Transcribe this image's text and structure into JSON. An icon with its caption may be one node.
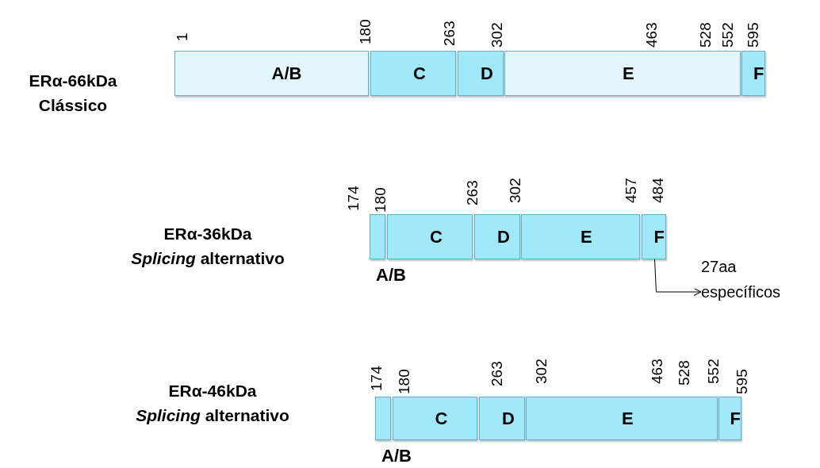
{
  "diagram": {
    "nodes": [
      {
        "text": [
          "A/B"
        ]
      },
      {
        "text": [
          "C"
        ]
      },
      {
        "text": [
          "D"
        ]
      },
      {
        "text": [
          "E"
        ]
      },
      {
        "text": [
          "F"
        ]
      },
      {
        "text": [
          "A/B"
        ]
      },
      {
        "text": [
          "C"
        ]
      },
      {
        "text": [
          "D"
        ]
      },
      {
        "text": [
          "E"
        ]
      },
      {
        "text": [
          "F"
        ]
      },
      {
        "text": [
          "27aa específicos"
        ]
      },
      {
        "text": [
          "A/B"
        ]
      },
      {
        "text": [
          "C"
        ]
      },
      {
        "text": [
          "D"
        ]
      },
      {
        "text": [
          "E"
        ]
      },
      {
        "text": [
          "F"
        ]
      }
    ],
    "edges": [
      {
        "from": 9,
        "to": 10,
        "arrow": "to"
      }
    ],
    "labels": [
      "1",
      "180",
      "263",
      "302",
      "463",
      "528",
      "552",
      "595",
      "ERα-66kDa",
      "Clássico",
      "174",
      "180",
      "263",
      "302",
      "457",
      "484",
      "ERα-36kDa",
      "*Splicing* alternativo",
      "174",
      "180",
      "263",
      "302",
      "463",
      "528",
      "552",
      "595",
      "ERα-46kDa",
      "*Splicing* alternativo"
    ]
  }
}
